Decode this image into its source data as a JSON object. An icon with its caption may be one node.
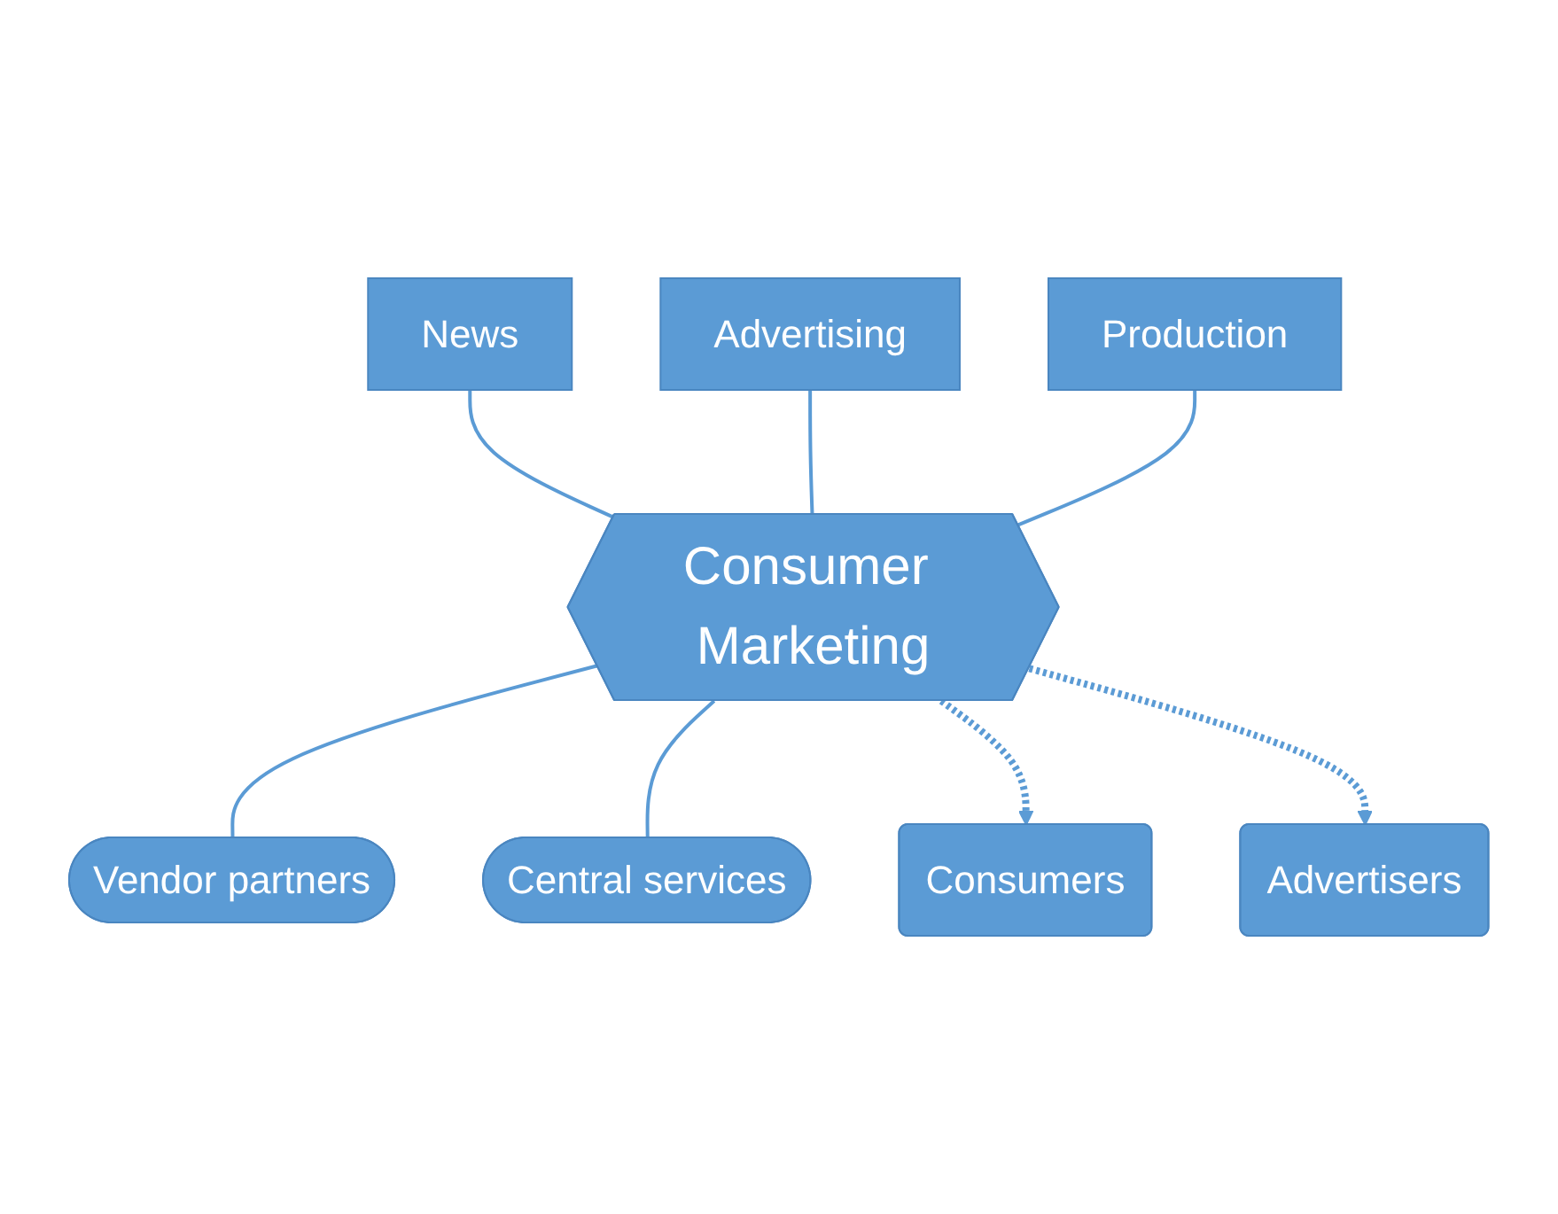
{
  "diagram": {
    "nodes": [
      {
        "text": [
          "News"
        ]
      },
      {
        "text": [
          "Advertising"
        ]
      },
      {
        "text": [
          "Production"
        ]
      },
      {
        "text": [
          "Consumer Marketing"
        ]
      },
      {
        "text": [
          "Vendor partners"
        ]
      },
      {
        "text": [
          "Central services"
        ]
      },
      {
        "text": [
          "Consumers"
        ]
      },
      {
        "text": [
          "Advertisers"
        ]
      }
    ],
    "edges": [
      {
        "from": 0,
        "to": 3,
        "arrow": "none"
      },
      {
        "from": 1,
        "to": 3,
        "arrow": "none"
      },
      {
        "from": 2,
        "to": 3,
        "arrow": "none"
      },
      {
        "from": 3,
        "to": 4,
        "arrow": "none"
      },
      {
        "from": 3,
        "to": 5,
        "arrow": "none"
      },
      {
        "from": 3,
        "to": 6,
        "arrow": "to",
        "style": "dashed"
      },
      {
        "from": 3,
        "to": 7,
        "arrow": "to",
        "style": "dashed"
      }
    ]
  }
}
